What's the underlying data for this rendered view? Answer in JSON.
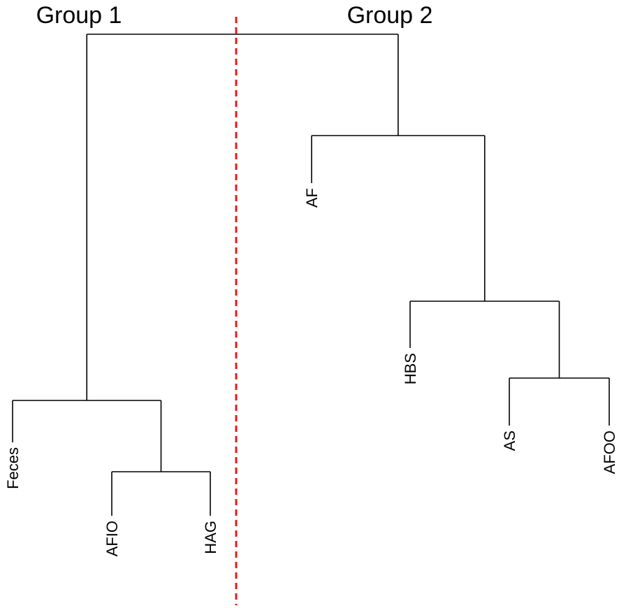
{
  "groups": [
    {
      "label": "Group 1"
    },
    {
      "label": "Group 2"
    }
  ],
  "leaves": [
    "Feces",
    "AFIO",
    "HAG",
    "AF",
    "HBS",
    "AS",
    "AFOO"
  ],
  "tree": {
    "children": [
      {
        "children": [
          {
            "leaf": 0
          },
          {
            "children": [
              {
                "leaf": 1
              },
              {
                "leaf": 2
              }
            ]
          }
        ]
      },
      {
        "children": [
          {
            "leaf": 3
          },
          {
            "children": [
              {
                "leaf": 4
              },
              {
                "children": [
                  {
                    "leaf": 5
                  },
                  {
                    "leaf": 6
                  }
                ]
              }
            ]
          }
        ]
      }
    ]
  },
  "colors": {
    "divider": "#e8191c",
    "branch": "#000000"
  }
}
